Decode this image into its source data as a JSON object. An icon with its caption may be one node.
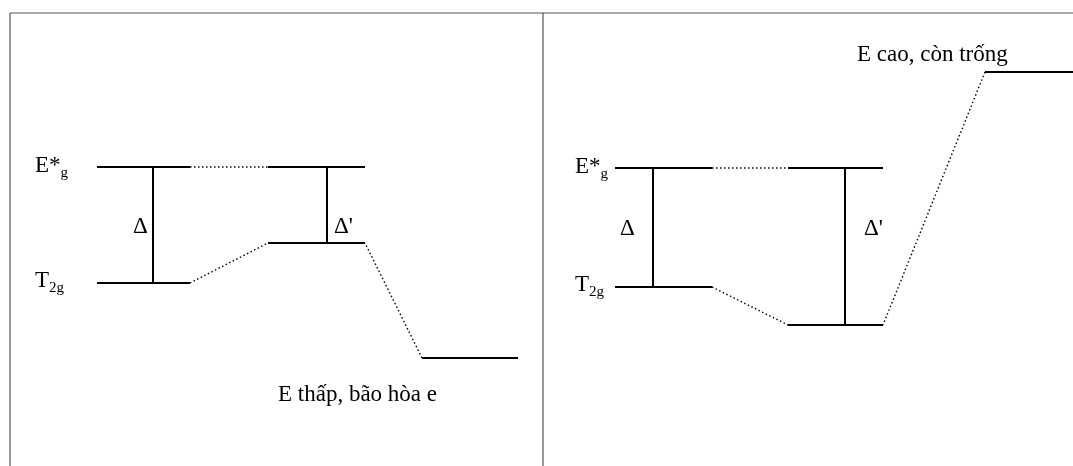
{
  "diagram": {
    "nodes": [
      {
        "text": [],
        "shape": "bar",
        "beside": [
          "E*$_{g}$"
        ]
      },
      {
        "text": [],
        "shape": "bar",
        "beside": [
          "T$_{2g}$"
        ]
      },
      {
        "text": [],
        "shape": "bar"
      },
      {
        "text": [],
        "shape": "bar"
      },
      {
        "text": [],
        "shape": "bar",
        "beside": [
          "E thấp, bão hòa e"
        ]
      },
      {
        "text": [],
        "shape": "bar",
        "beside": [
          "E*$_{g}$"
        ]
      },
      {
        "text": [],
        "shape": "bar",
        "beside": [
          "T$_{2g}$"
        ]
      },
      {
        "text": [],
        "shape": "bar"
      },
      {
        "text": [],
        "shape": "bar"
      },
      {
        "text": [],
        "shape": "bar",
        "beside": [
          "E cao, còn trống"
        ]
      }
    ],
    "edges": [
      {
        "from": 0,
        "to": 2,
        "arrow": "none",
        "style": "dashed"
      },
      {
        "from": 1,
        "to": 3,
        "arrow": "none",
        "style": "dashed"
      },
      {
        "from": 4,
        "to": 3,
        "arrow": "none",
        "style": "dashed"
      },
      {
        "from": 5,
        "to": 7,
        "arrow": "none",
        "style": "dashed"
      },
      {
        "from": 6,
        "to": 8,
        "arrow": "none",
        "style": "dashed"
      },
      {
        "from": 9,
        "to": 8,
        "arrow": "none",
        "style": "dashed"
      }
    ],
    "labels": [
      "Δ",
      "Δ'",
      "Δ",
      "Δ'"
    ]
  }
}
